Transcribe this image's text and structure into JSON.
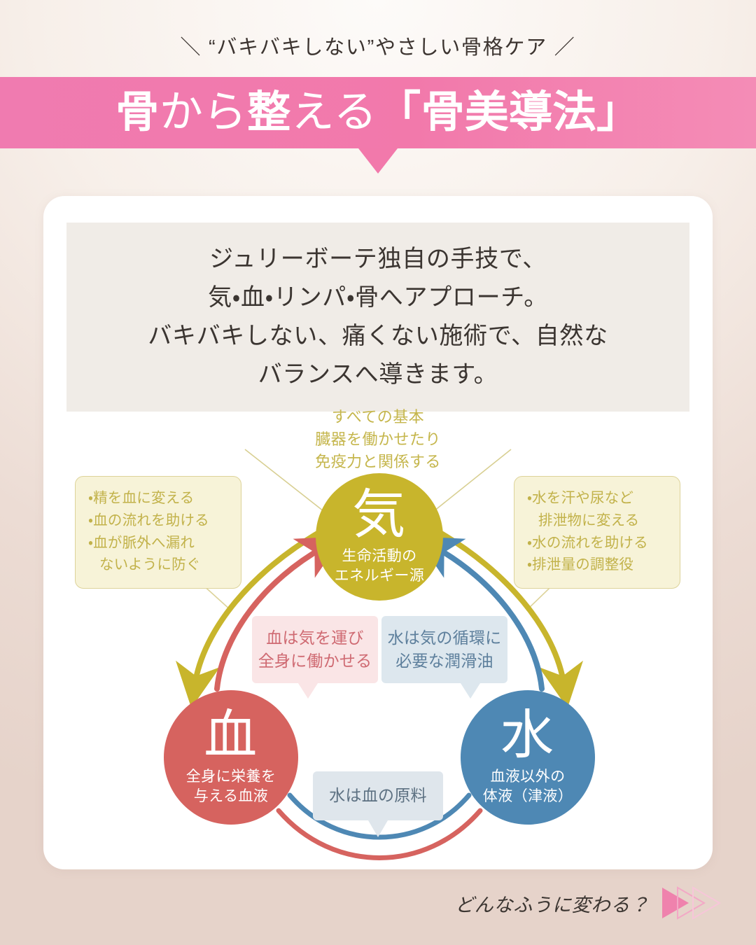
{
  "header": {
    "tagline": "＼ “バキバキしない”やさしい骨格ケア ／",
    "title_part1": "骨",
    "title_part2": "から",
    "title_part3": "整",
    "title_part4": "える",
    "title_part5": "「骨美導法」",
    "title_full": "骨から整える「骨美導法」"
  },
  "lead": {
    "line1": "ジュリーボーテ独自の手技で、",
    "line2": "気・血・リンパ・骨へアプローチ。",
    "line3": "バキバキしない、痛くない施術で、自然な",
    "line4": "バランスへ導きます。"
  },
  "diagram": {
    "top_note": {
      "line1": "すべての基本",
      "line2": "臓器を働かせたり",
      "line3": "免疫力と関係する"
    },
    "callout_left": {
      "line1": "・精を血に変える",
      "line2": "・血の流れを助ける",
      "line3": "・血が脈外へ漏れ",
      "line4": "ないように防ぐ"
    },
    "callout_right": {
      "line1": "・水を汗や尿など",
      "line2": "排泄物に変える",
      "line3": "・水の流れを助ける",
      "line4": "・排泄量の調整役"
    },
    "nodes": [
      {
        "id": "ki",
        "kanji": "気",
        "sub_line1": "生命活動の",
        "sub_line2": "エネルギー源",
        "color": "#c8b52c"
      },
      {
        "id": "ketsu",
        "kanji": "血",
        "sub_line1": "全身に栄養を",
        "sub_line2": "与える血液",
        "color": "#d6635f"
      },
      {
        "id": "sui",
        "kanji": "水",
        "sub_line1": "血液以外の",
        "sub_line2": "体液（津液）",
        "color": "#4e88b4"
      }
    ],
    "relations": [
      {
        "id": "ketsu-to-ki",
        "line1": "血は気を運び",
        "line2": "全身に働かせる",
        "color": "#cf6a72",
        "bg": "#fae5e6"
      },
      {
        "id": "sui-to-ki",
        "line1": "水は気の循環に",
        "line2": "必要な潤滑油",
        "color": "#5d7f9c",
        "bg": "#dde7ee"
      },
      {
        "id": "sui-to-ketsu",
        "line1": "水は血の原料",
        "line2": "",
        "color": "#5d7182",
        "bg": "#dfe6ec"
      }
    ]
  },
  "footer": {
    "text": "どんなふうに変わる？",
    "arrow_icon": "triple-chevron-right-icon"
  },
  "colors": {
    "brand_pink": "#f279ab",
    "gold": "#c8b52c",
    "red": "#d6635f",
    "blue": "#4e88b4",
    "page_bg": "#ecdcd4",
    "card_bg": "#ffffff",
    "lead_bg": "#f0ece7"
  }
}
